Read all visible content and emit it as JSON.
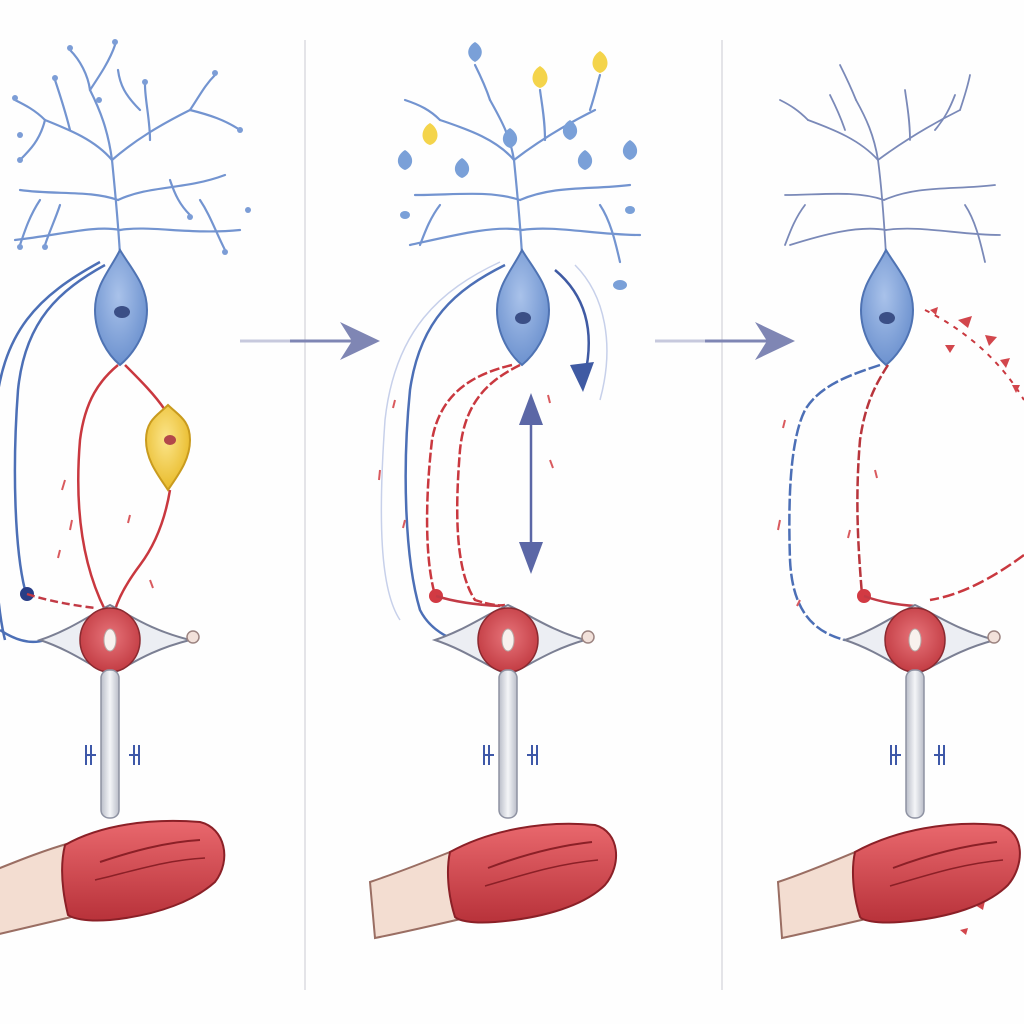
{
  "colors": {
    "background": "#fefefe",
    "divider": "#d9d9dc",
    "neuron_blue": "#7fa3d6",
    "neuron_blue_dark": "#4f73b3",
    "dendrite_blue": "#6f8fcf",
    "axon_red": "#d04248",
    "axon_red_dark": "#9c2a30",
    "interneuron_yellow": "#f2cd45",
    "spinal_red": "#d9545b",
    "spinal_grey": "#c9ccd4",
    "muscle_red": "#d94a50",
    "skin": "#f2ddd2",
    "arrow": "#8287b3",
    "vesicle_yellow": "#f4d44b"
  },
  "panels": [
    {
      "id": "panel-1",
      "state": "normal reflex circuit with interneuron",
      "icons": [
        "dendrite-tree",
        "neuron-soma",
        "interneuron",
        "spinal-junction",
        "muscle"
      ]
    },
    {
      "id": "panel-2",
      "state": "signal release and modulation",
      "icons": [
        "dendrite-tree",
        "vesicles",
        "neuron-soma",
        "double-arrow",
        "curved-arrow",
        "spinal-junction",
        "muscle"
      ]
    },
    {
      "id": "panel-3",
      "state": "disrupted circuit",
      "icons": [
        "dendrite-tree",
        "neuron-soma",
        "spinal-junction",
        "muscle",
        "red-fragments"
      ]
    }
  ],
  "transitions": [
    "arrow-right",
    "arrow-right"
  ]
}
